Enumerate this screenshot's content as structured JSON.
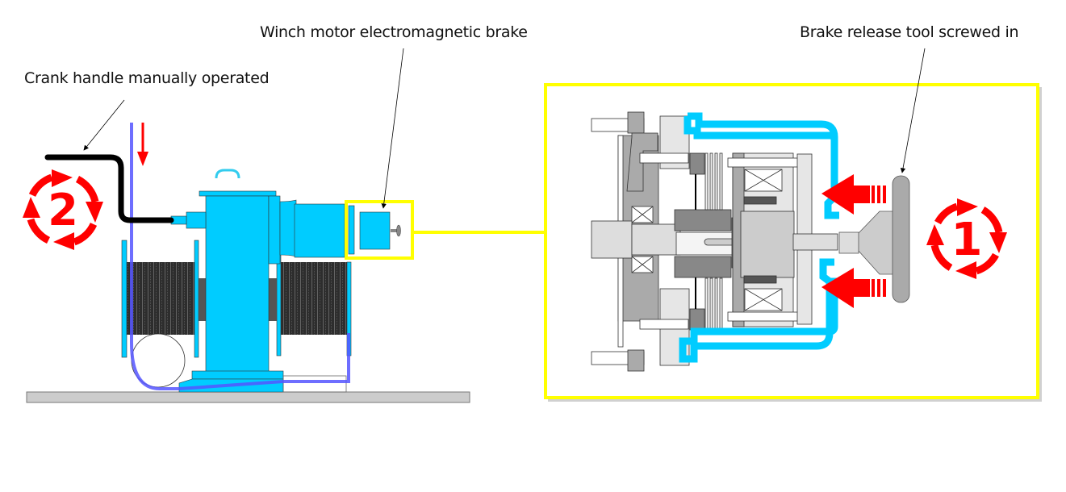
{
  "labels": {
    "crank_handle": "Crank handle manually operated",
    "winch_brake": "Winch motor electromagnetic brake",
    "release_tool": "Brake release tool screwed in"
  },
  "steps": {
    "step_1": "1",
    "step_2": "2"
  },
  "colors": {
    "machine": "#00ccff",
    "highlight": "#ffff00",
    "arrow": "#ff0000",
    "cable": "#5555ff",
    "drum": "#333333",
    "ground": "#cccccc"
  }
}
